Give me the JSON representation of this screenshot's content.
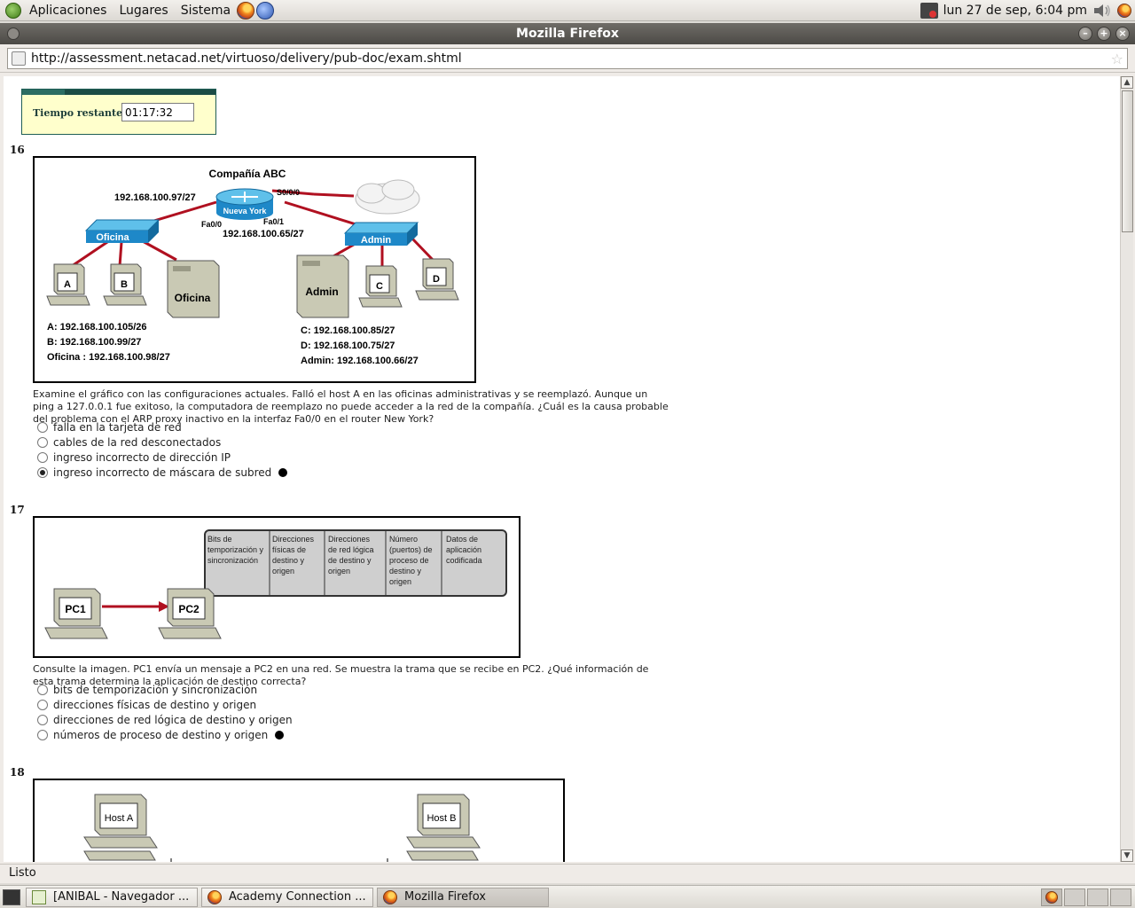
{
  "top_panel": {
    "apps": "Aplicaciones",
    "places": "Lugares",
    "system": "Sistema",
    "clock": "lun 27 de sep,  6:04 pm"
  },
  "window": {
    "title": "Mozilla Firefox",
    "url": "http://assessment.netacad.net/virtuoso/delivery/pub-doc/exam.shtml"
  },
  "timer": {
    "label": "Tiempo restante:",
    "value": "01:17:32"
  },
  "q16": {
    "number": "16",
    "text": "Examine el gráfico con las configuraciones actuales. Falló el host A en las oficinas administrativas y se reemplazó. Aunque un ping a 127.0.0.1 fue exitoso, la computadora de reemplazo no puede acceder a la red de la compañía. ¿Cuál es la causa probable del problema con el ARP proxy inactivo en la interfaz Fa0/0 en el router New York?",
    "options": [
      "falla en la tarjeta de red",
      "cables de la red desconectados",
      "ingreso incorrecto de dirección IP",
      "ingreso incorrecto de máscara de subred"
    ],
    "diagram": {
      "title": "Compañía ABC",
      "router": "Nueva York",
      "router_ip_left": "192.168.100.97/27",
      "router_ip_right": "192.168.100.65/27",
      "s0": "S0/0/0",
      "fa00": "Fa0/0",
      "fa01": "Fa0/1",
      "switch_left": "Oficina",
      "switch_right": "Admin",
      "pc_a": "A",
      "pc_b": "B",
      "server_left": "Oficina",
      "server_right": "Admin",
      "pc_c": "C",
      "pc_d": "D",
      "left_lines": [
        {
          "label": "A:",
          "ip": "192.168.100.105/26"
        },
        {
          "label": "B:",
          "ip": "192.168.100.99/27"
        },
        {
          "label": "Oficina :",
          "ip": "192.168.100.98/27"
        }
      ],
      "right_lines": [
        {
          "label": "C:",
          "ip": "192.168.100.85/27"
        },
        {
          "label": "D:",
          "ip": "192.168.100.75/27"
        },
        {
          "label": "Admin:",
          "ip": "192.168.100.66/27"
        }
      ]
    }
  },
  "q17": {
    "number": "17",
    "text": "Consulte la imagen. PC1 envía un mensaje a PC2 en una red. Se muestra la trama que se recibe en PC2. ¿Qué información de esta trama determina la aplicación de destino correcta?",
    "options": [
      "bits de temporización y sincronización",
      "direcciones físicas de destino y origen",
      "direcciones de red lógica de destino y origen",
      "números de proceso de destino y origen"
    ],
    "diagram": {
      "pc1": "PC1",
      "pc2": "PC2",
      "frame": [
        [
          "Bits de",
          "temporización y",
          "sincronización"
        ],
        [
          "Direcciones",
          "físicas de",
          "destino y",
          "origen"
        ],
        [
          "Direcciones",
          "de red lógica",
          "de destino y",
          "origen"
        ],
        [
          "Número",
          "(puertos) de",
          "proceso de",
          "destino y",
          "origen"
        ],
        [
          "Datos de",
          "aplicación",
          "codificada"
        ]
      ]
    }
  },
  "q18": {
    "number": "18",
    "host_a": "Host A",
    "host_b": "Host B"
  },
  "statusbar": "Listo",
  "taskbar": [
    "[ANIBAL - Navegador ...",
    "Academy Connection ...",
    "Mozilla Firefox"
  ]
}
